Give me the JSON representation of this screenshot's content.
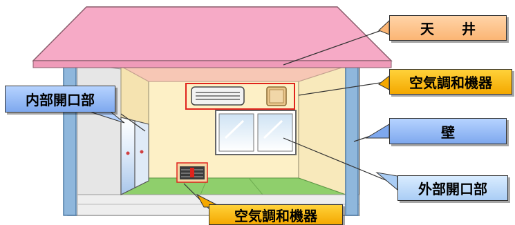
{
  "labels": {
    "ceiling": "天　　井",
    "ac_top": "空気調和機器",
    "inner_opening": "内部開口部",
    "wall": "壁",
    "outer_opening": "外部開口部",
    "ac_bottom": "空気調和機器"
  },
  "colors": {
    "roof": "#f6aac6",
    "ceiling_band": "#f7c7b5",
    "interior_wall": "#fdf0c6",
    "floor": "#8fcf6c",
    "pillar": "#8fb7dc",
    "label_orange": "#fbb574",
    "label_yellow": "#f4a800",
    "label_blue": "#7ea8ee",
    "highlight_red": "#e0231c"
  }
}
